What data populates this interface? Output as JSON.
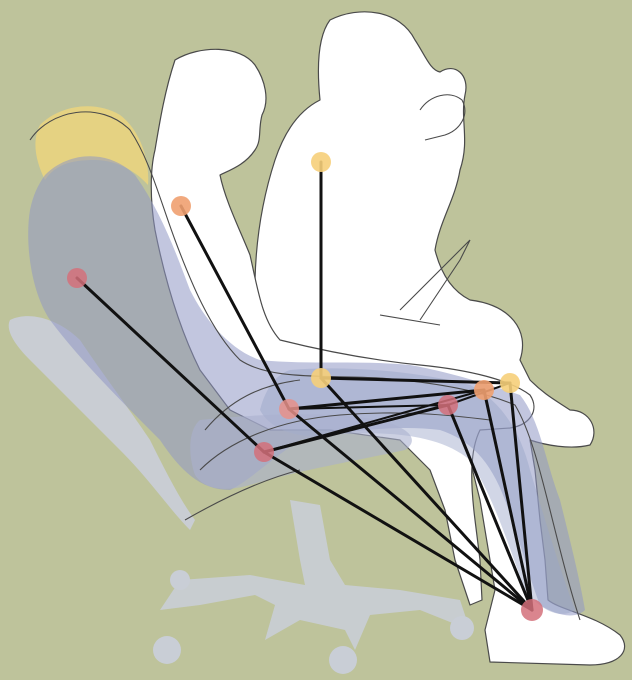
{
  "colors": {
    "background": "#bec39b",
    "silhouette_fill": "#ffffff",
    "outline": "#4a4a4a",
    "wash_blue": "#8f98c4",
    "wash_grey": "#c9ced6",
    "hair_yellow": "#f2d77a",
    "line": "#111111",
    "joint_red": "#d4707a",
    "joint_orange": "#f0a070",
    "joint_yellow": "#f6cf7a"
  },
  "illustration": {
    "figures": [
      "upright-sitter-silhouette",
      "mid-recline-sitter-silhouette",
      "full-recline-sitter-watercolor"
    ],
    "joint_markers": [
      "red",
      "orange",
      "yellow"
    ]
  }
}
